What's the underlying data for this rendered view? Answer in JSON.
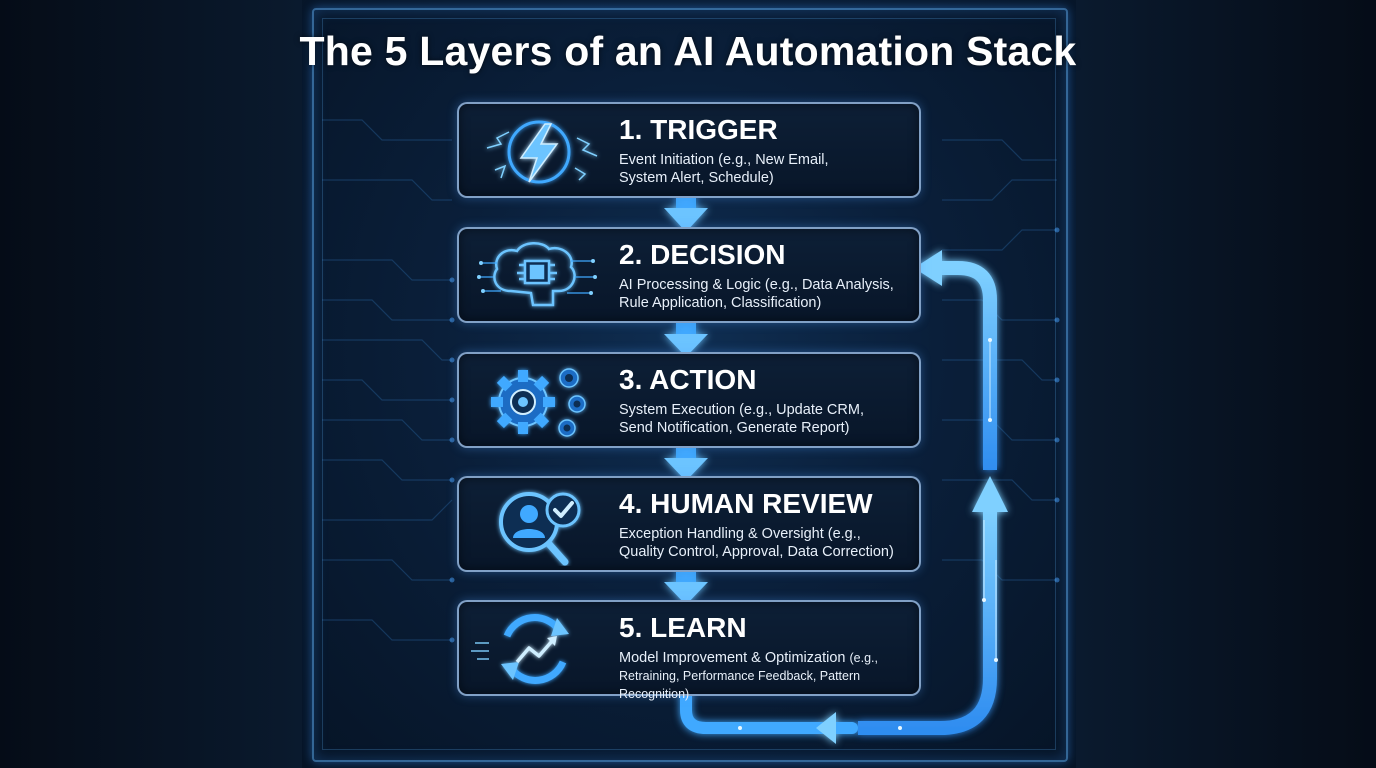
{
  "title": "The 5 Layers of an AI Automation Stack",
  "colors": {
    "background": "#07111f",
    "panel": "#0a1f3a",
    "accent": "#3fa9ff",
    "glow": "#7fd0ff",
    "box_border": "#96b9e1",
    "text": "#ffffff"
  },
  "layers": [
    {
      "title": "1. TRIGGER",
      "desc_line1": "Event Initiation (e.g., New Email,",
      "desc_line2": "System Alert, Schedule)",
      "icon": "lightning-icon"
    },
    {
      "title": "2. DECISION",
      "desc_line1": "AI Processing & Logic (e.g., Data Analysis,",
      "desc_line2": "Rule Application, Classification)",
      "icon": "brain-chip-icon"
    },
    {
      "title": "3. ACTION",
      "desc_line1": "System Execution (e.g., Update CRM,",
      "desc_line2": "Send Notification, Generate Report)",
      "icon": "gears-icon"
    },
    {
      "title": "4. HUMAN REVIEW",
      "desc_line1": "Exception Handling & Oversight (e.g.,",
      "desc_line2": "Quality Control, Approval, Data Correction)",
      "icon": "person-check-magnifier-icon"
    },
    {
      "title": "5. LEARN",
      "desc_line1": "Model Improvement & Optimization",
      "desc_line1_suffix": "(e.g.,",
      "desc_line2": "Retraining, Performance Feedback, Pattern Recognition)",
      "icon": "cycle-growth-icon"
    }
  ],
  "feedback_loop": {
    "from": "5. LEARN",
    "to": "2. DECISION",
    "style": "glowing-blue-arrow"
  }
}
